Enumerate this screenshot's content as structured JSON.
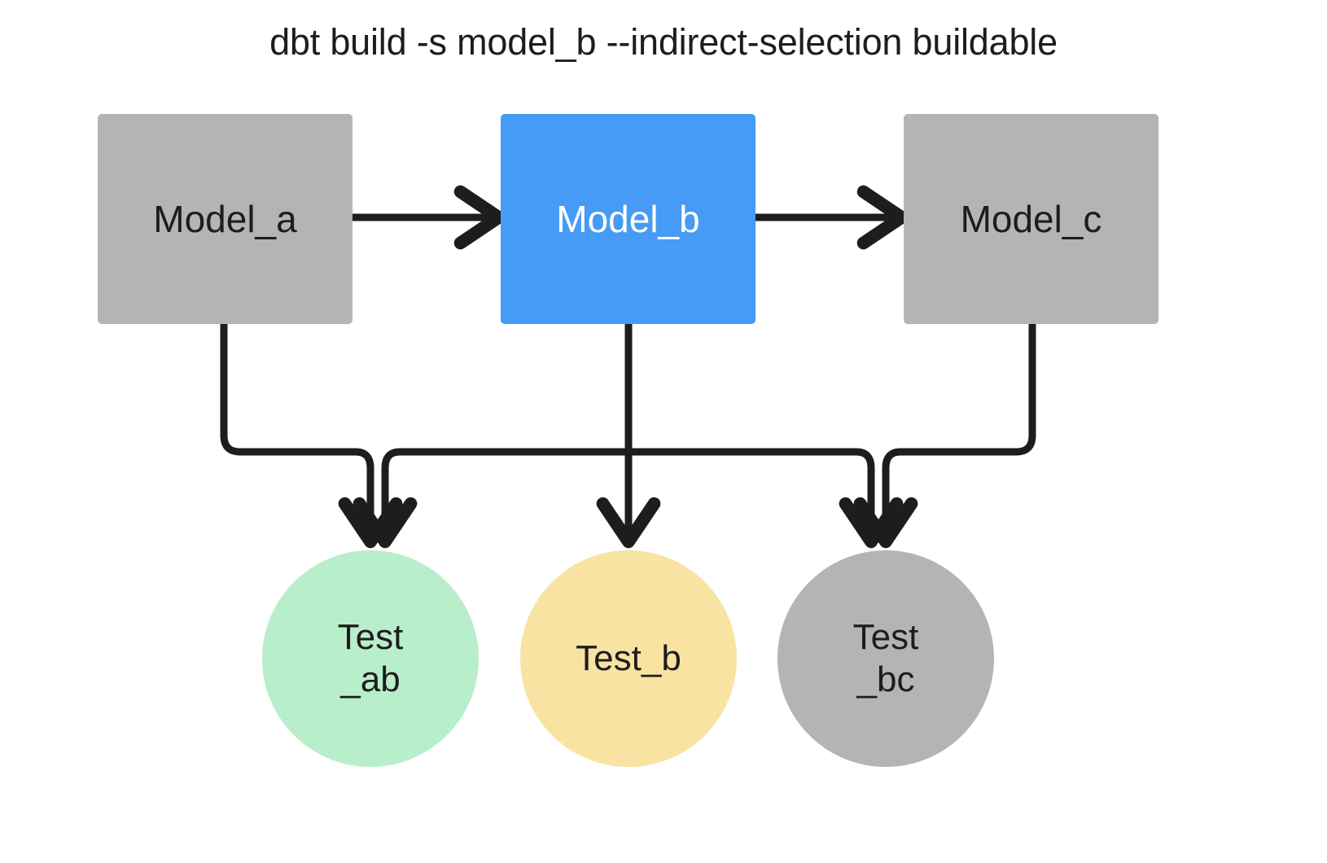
{
  "title": "dbt build -s model_b --indirect-selection buildable",
  "colors": {
    "background": "#ffffff",
    "gray_node": "#b4b4b4",
    "selected_blue": "#459bf5",
    "test_green": "#b9eeca",
    "test_yellow": "#f8e3a2",
    "test_gray": "#b4b4b4",
    "edge": "#1d1d1d",
    "text_dark": "#1d1d1d",
    "text_light": "#ffffff"
  },
  "nodes": {
    "models": [
      {
        "id": "model_a",
        "label": "Model_a",
        "shape": "rect",
        "fill": "#b4b4b4",
        "text_color": "#1d1d1d",
        "selected": false
      },
      {
        "id": "model_b",
        "label": "Model_b",
        "shape": "rect",
        "fill": "#459bf5",
        "text_color": "#ffffff",
        "selected": true
      },
      {
        "id": "model_c",
        "label": "Model_c",
        "shape": "rect",
        "fill": "#b4b4b4",
        "text_color": "#1d1d1d",
        "selected": false
      }
    ],
    "tests": [
      {
        "id": "test_ab",
        "label": "Test\n_ab",
        "shape": "circle",
        "fill": "#b9eeca",
        "text_color": "#1d1d1d"
      },
      {
        "id": "test_b",
        "label": "Test_b",
        "shape": "circle",
        "fill": "#f8e3a2",
        "text_color": "#1d1d1d"
      },
      {
        "id": "test_bc",
        "label": "Test\n_bc",
        "shape": "circle",
        "fill": "#b4b4b4",
        "text_color": "#1d1d1d"
      }
    ]
  },
  "edges": [
    {
      "from": "model_a",
      "to": "model_b",
      "style": "straight-arrow"
    },
    {
      "from": "model_b",
      "to": "model_c",
      "style": "straight-arrow"
    },
    {
      "from": "model_a",
      "to": "test_ab",
      "style": "elbow-arrow"
    },
    {
      "from": "model_b",
      "to": "test_ab",
      "style": "elbow-arrow"
    },
    {
      "from": "model_b",
      "to": "test_b",
      "style": "straight-arrow"
    },
    {
      "from": "model_b",
      "to": "test_bc",
      "style": "elbow-arrow"
    },
    {
      "from": "model_c",
      "to": "test_bc",
      "style": "elbow-arrow"
    }
  ]
}
